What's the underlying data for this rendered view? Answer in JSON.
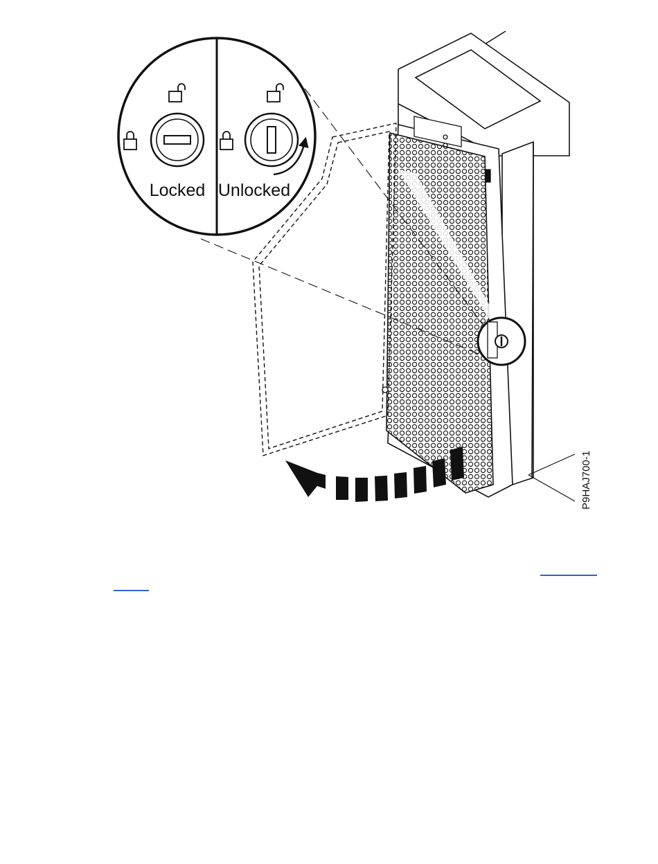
{
  "figure": {
    "id_label": "P9HAJ700-1",
    "locked_label": "Locked",
    "unlocked_label": "Unlocked",
    "icons": [
      "padlock-closed-icon",
      "padlock-open-icon",
      "key-lock-icon",
      "rotate-clockwise-arrow-icon",
      "door-swing-arrow-icon"
    ],
    "colors": {
      "line": "#111111",
      "link": "#2f63c9",
      "background": "#ffffff"
    }
  }
}
